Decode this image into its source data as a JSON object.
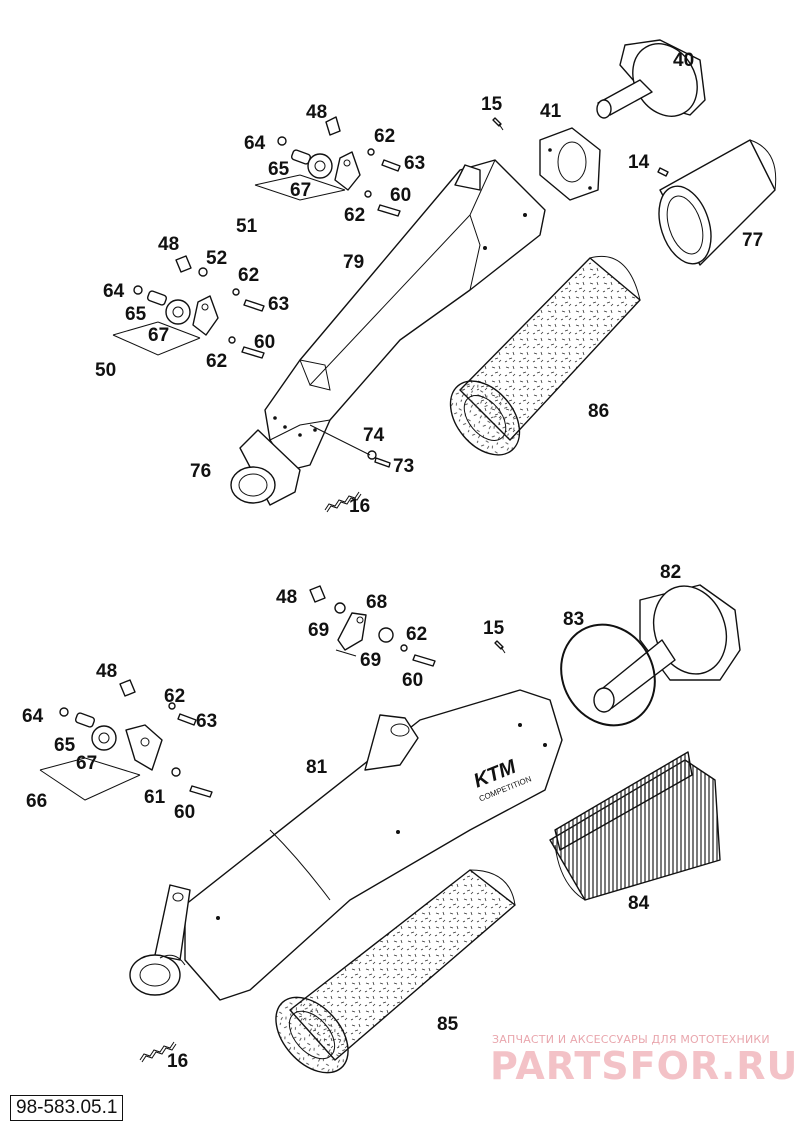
{
  "drawing_code": "98-583.05.1",
  "watermark": {
    "tagline": "ЗАПЧАСТИ И АКСЕССУАРЫ ДЛЯ МОТОТЕХНИКИ",
    "site": "PARTSFOR.RU"
  },
  "muffler_branding": {
    "brand": "KTM",
    "line": "COMPETITION"
  },
  "callouts": [
    {
      "id": "c40",
      "text": "40"
    },
    {
      "id": "c15a",
      "text": "15"
    },
    {
      "id": "c41",
      "text": "41"
    },
    {
      "id": "c48a",
      "text": "48"
    },
    {
      "id": "c64a",
      "text": "64"
    },
    {
      "id": "c62a",
      "text": "62"
    },
    {
      "id": "c63a",
      "text": "63"
    },
    {
      "id": "c14",
      "text": "14"
    },
    {
      "id": "c65a",
      "text": "65"
    },
    {
      "id": "c67a",
      "text": "67"
    },
    {
      "id": "c60a",
      "text": "60"
    },
    {
      "id": "c62b",
      "text": "62"
    },
    {
      "id": "c51",
      "text": "51"
    },
    {
      "id": "c77",
      "text": "77"
    },
    {
      "id": "c48b",
      "text": "48"
    },
    {
      "id": "c52",
      "text": "52"
    },
    {
      "id": "c79",
      "text": "79"
    },
    {
      "id": "c62c",
      "text": "62"
    },
    {
      "id": "c64b",
      "text": "64"
    },
    {
      "id": "c63b",
      "text": "63"
    },
    {
      "id": "c65b",
      "text": "65"
    },
    {
      "id": "c67b",
      "text": "67"
    },
    {
      "id": "c60b",
      "text": "60"
    },
    {
      "id": "c50",
      "text": "50"
    },
    {
      "id": "c62d",
      "text": "62"
    },
    {
      "id": "c86",
      "text": "86"
    },
    {
      "id": "c74",
      "text": "74"
    },
    {
      "id": "c76",
      "text": "76"
    },
    {
      "id": "c73",
      "text": "73"
    },
    {
      "id": "c16a",
      "text": "16"
    },
    {
      "id": "c82",
      "text": "82"
    },
    {
      "id": "c48c",
      "text": "48"
    },
    {
      "id": "c68",
      "text": "68"
    },
    {
      "id": "c83",
      "text": "83"
    },
    {
      "id": "c15b",
      "text": "15"
    },
    {
      "id": "c69a",
      "text": "69"
    },
    {
      "id": "c62e",
      "text": "62"
    },
    {
      "id": "c69b",
      "text": "69"
    },
    {
      "id": "c60c",
      "text": "60"
    },
    {
      "id": "c48d",
      "text": "48"
    },
    {
      "id": "c62f",
      "text": "62"
    },
    {
      "id": "c64c",
      "text": "64"
    },
    {
      "id": "c63c",
      "text": "63"
    },
    {
      "id": "c65c",
      "text": "65"
    },
    {
      "id": "c81",
      "text": "81"
    },
    {
      "id": "c67c",
      "text": "67"
    },
    {
      "id": "c61",
      "text": "61"
    },
    {
      "id": "c66",
      "text": "66"
    },
    {
      "id": "c60d",
      "text": "60"
    },
    {
      "id": "c84",
      "text": "84"
    },
    {
      "id": "c85",
      "text": "85"
    },
    {
      "id": "c16b",
      "text": "16"
    }
  ]
}
